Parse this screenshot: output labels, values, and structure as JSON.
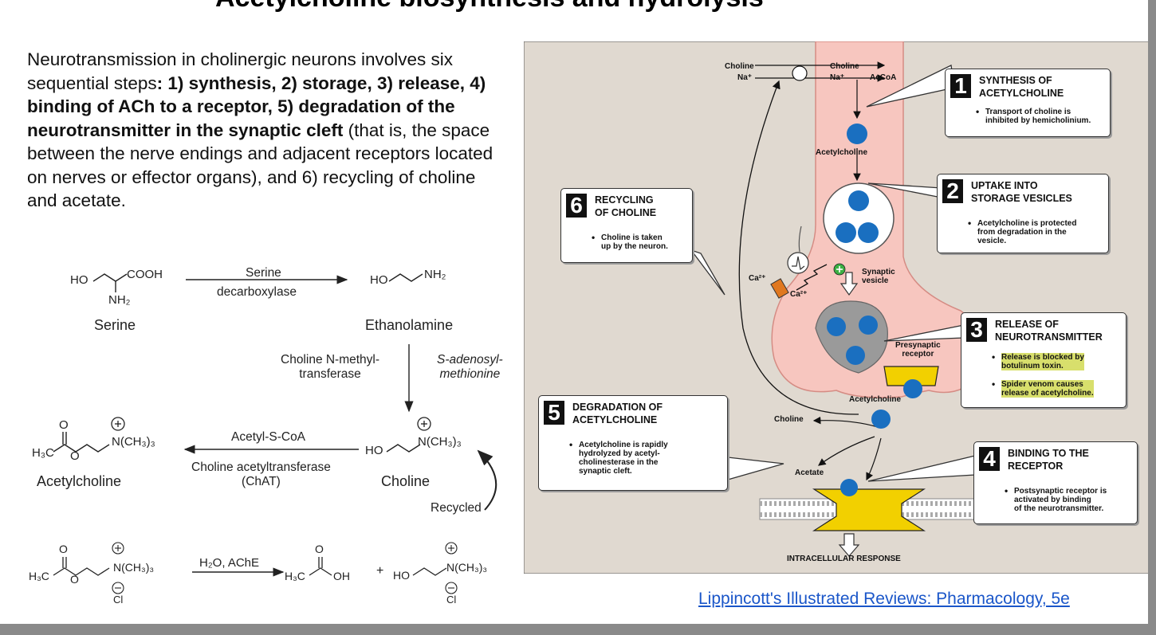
{
  "title": "Acetylcholine biosynthesis and hydrolysis",
  "intro": {
    "t1": "Neurotransmission in cholinergic neurons involves six sequential steps",
    "b1": ": 1) synthesis, 2) storage, 3) release, 4) binding of ACh to a receptor, 5) degradation of the neurotransmitter in the synaptic cleft",
    "t2": " (that is, the space between the nerve endings and adjacent receptors located on nerves or effector organs), and 6) recycling of choline and acetate."
  },
  "chemistry": {
    "serine_structure": {
      "ho": "HO",
      "cooh": "COOH",
      "nh2": "NH₂"
    },
    "serine_name": "Serine",
    "step1": {
      "top": "Serine",
      "bottom": "decarboxylase"
    },
    "ethanolamine_structure": {
      "ho": "HO",
      "nh2": "NH₂"
    },
    "ethanolamine_name": "Ethanolamine",
    "step2": {
      "left": "Choline N-methyl-\ntransferase",
      "right": "S-adenosyl-\nmethionine"
    },
    "choline_structure": {
      "ho": "HO",
      "nme3": "N(CH₃)₃"
    },
    "choline_name": "Choline",
    "step3": {
      "top": "Acetyl-S-CoA",
      "bottom": "Choline acetyltransferase\n(ChAT)"
    },
    "ach_structure": {
      "h3c": "H₃C",
      "o": "O",
      "nme3": "N(CH₃)₃"
    },
    "ach_name": "Acetylcholine",
    "recycled": "Recycled",
    "hydrolysis": {
      "reagent": "H₂O, AChE",
      "ach": {
        "h3c": "H₃C",
        "o": "O",
        "nme3": "N(CH₃)₃",
        "cl": "Cl"
      },
      "acid": {
        "h3c": "H₃C",
        "oh": "OH",
        "o": "O"
      },
      "plus": "+",
      "choline": {
        "ho": "HO",
        "nme3": "N(CH₃)₃",
        "cl": "Cl"
      }
    }
  },
  "figure": {
    "labels": {
      "choline_out": "Choline",
      "na_out": "Na⁺",
      "choline_in": "Choline",
      "na_in": "Na⁺",
      "accoa": "AcCoA",
      "acetylcholine_top": "Acetylcholine",
      "ca_out": "Ca²⁺",
      "ca_in": "Ca²⁺",
      "synaptic_vesicle": "Synaptic\nvesicle",
      "presynaptic_receptor": "Presynaptic\nreceptor",
      "acetylcholine_bottom": "Acetylcholine",
      "choline_cleft": "Choline",
      "acetate": "Acetate",
      "intracellular": "INTRACELLULAR RESPONSE"
    },
    "boxes": [
      {
        "num": "1",
        "title": "SYNTHESIS OF\nACETYLCHOLINE",
        "bullets": [
          "Transport of choline is\ninhibited by hemicholinium."
        ]
      },
      {
        "num": "2",
        "title": "UPTAKE INTO\nSTORAGE VESICLES",
        "bullets": [
          "Acetylcholine is protected\nfrom degradation in the\nvesicle."
        ]
      },
      {
        "num": "3",
        "title": "RELEASE OF\nNEUROTRANSMITTER",
        "bullets": [
          "Release is blocked by\nbotulinum toxin.",
          "Spider venom causes\nrelease of acetylcholine."
        ]
      },
      {
        "num": "4",
        "title": "BINDING TO THE\nRECEPTOR",
        "bullets": [
          "Postsynaptic receptor is\nactivated by binding\nof the neurotransmitter."
        ]
      },
      {
        "num": "5",
        "title": "DEGRADATION OF\nACETYLCHOLINE",
        "bullets": [
          "Acetylcholine is rapidly\nhydrolyzed by acetyl-\ncholinesterase in the\nsynaptic cleft."
        ]
      },
      {
        "num": "6",
        "title": "RECYCLING\nOF CHOLINE",
        "bullets": [
          "Choline is taken\nup by the neuron."
        ]
      }
    ],
    "colors": {
      "background": "#e0d9d0",
      "neuron": "#f7c6bf",
      "vesicle_dot": "#1a6fc0",
      "receptor": "#f2d000",
      "highlight": "#d8df6c"
    }
  },
  "citation": "Lippincott's Illustrated Reviews: Pharmacology, 5e"
}
